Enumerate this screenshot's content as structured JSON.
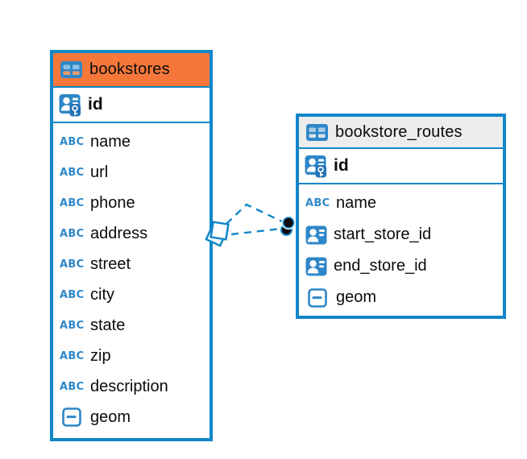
{
  "diagram": {
    "kind": "entity-relationship-diagram",
    "colors": {
      "table_outline": "#1186C9",
      "icon_blue": "#2E87C8",
      "bookstores_header": "#F5783A",
      "routes_header": "#ECECEC",
      "text": "#0B0B0B",
      "relationship_line": "#1186C9",
      "relationship_dot": "#0B0B0B",
      "background": "#FFFFFF"
    },
    "icons": {
      "text_type_label": "ABC"
    },
    "tables": [
      {
        "title": "bookstores",
        "pk": {
          "name": "id",
          "icon": "primary-key-icon"
        },
        "columns": [
          {
            "name": "name",
            "icon": "text-type-icon"
          },
          {
            "name": "url",
            "icon": "text-type-icon"
          },
          {
            "name": "phone",
            "icon": "text-type-icon"
          },
          {
            "name": "address",
            "icon": "text-type-icon"
          },
          {
            "name": "street",
            "icon": "text-type-icon"
          },
          {
            "name": "city",
            "icon": "text-type-icon"
          },
          {
            "name": "state",
            "icon": "text-type-icon"
          },
          {
            "name": "zip",
            "icon": "text-type-icon"
          },
          {
            "name": "description",
            "icon": "text-type-icon"
          },
          {
            "name": "geom",
            "icon": "object-type-icon"
          }
        ]
      },
      {
        "title": "bookstore_routes",
        "pk": {
          "name": "id",
          "icon": "primary-key-icon"
        },
        "columns": [
          {
            "name": "name",
            "icon": "text-type-icon"
          },
          {
            "name": "start_store_id",
            "icon": "reference-type-icon"
          },
          {
            "name": "end_store_id",
            "icon": "reference-type-icon"
          },
          {
            "name": "geom",
            "icon": "object-type-icon"
          }
        ]
      }
    ],
    "relationship": {
      "from_table": "bookstores",
      "to_table": "bookstore_routes",
      "line_style": "dashed",
      "line_count": 2,
      "source_marker": "double-square",
      "target_marker": "double-dot"
    }
  }
}
